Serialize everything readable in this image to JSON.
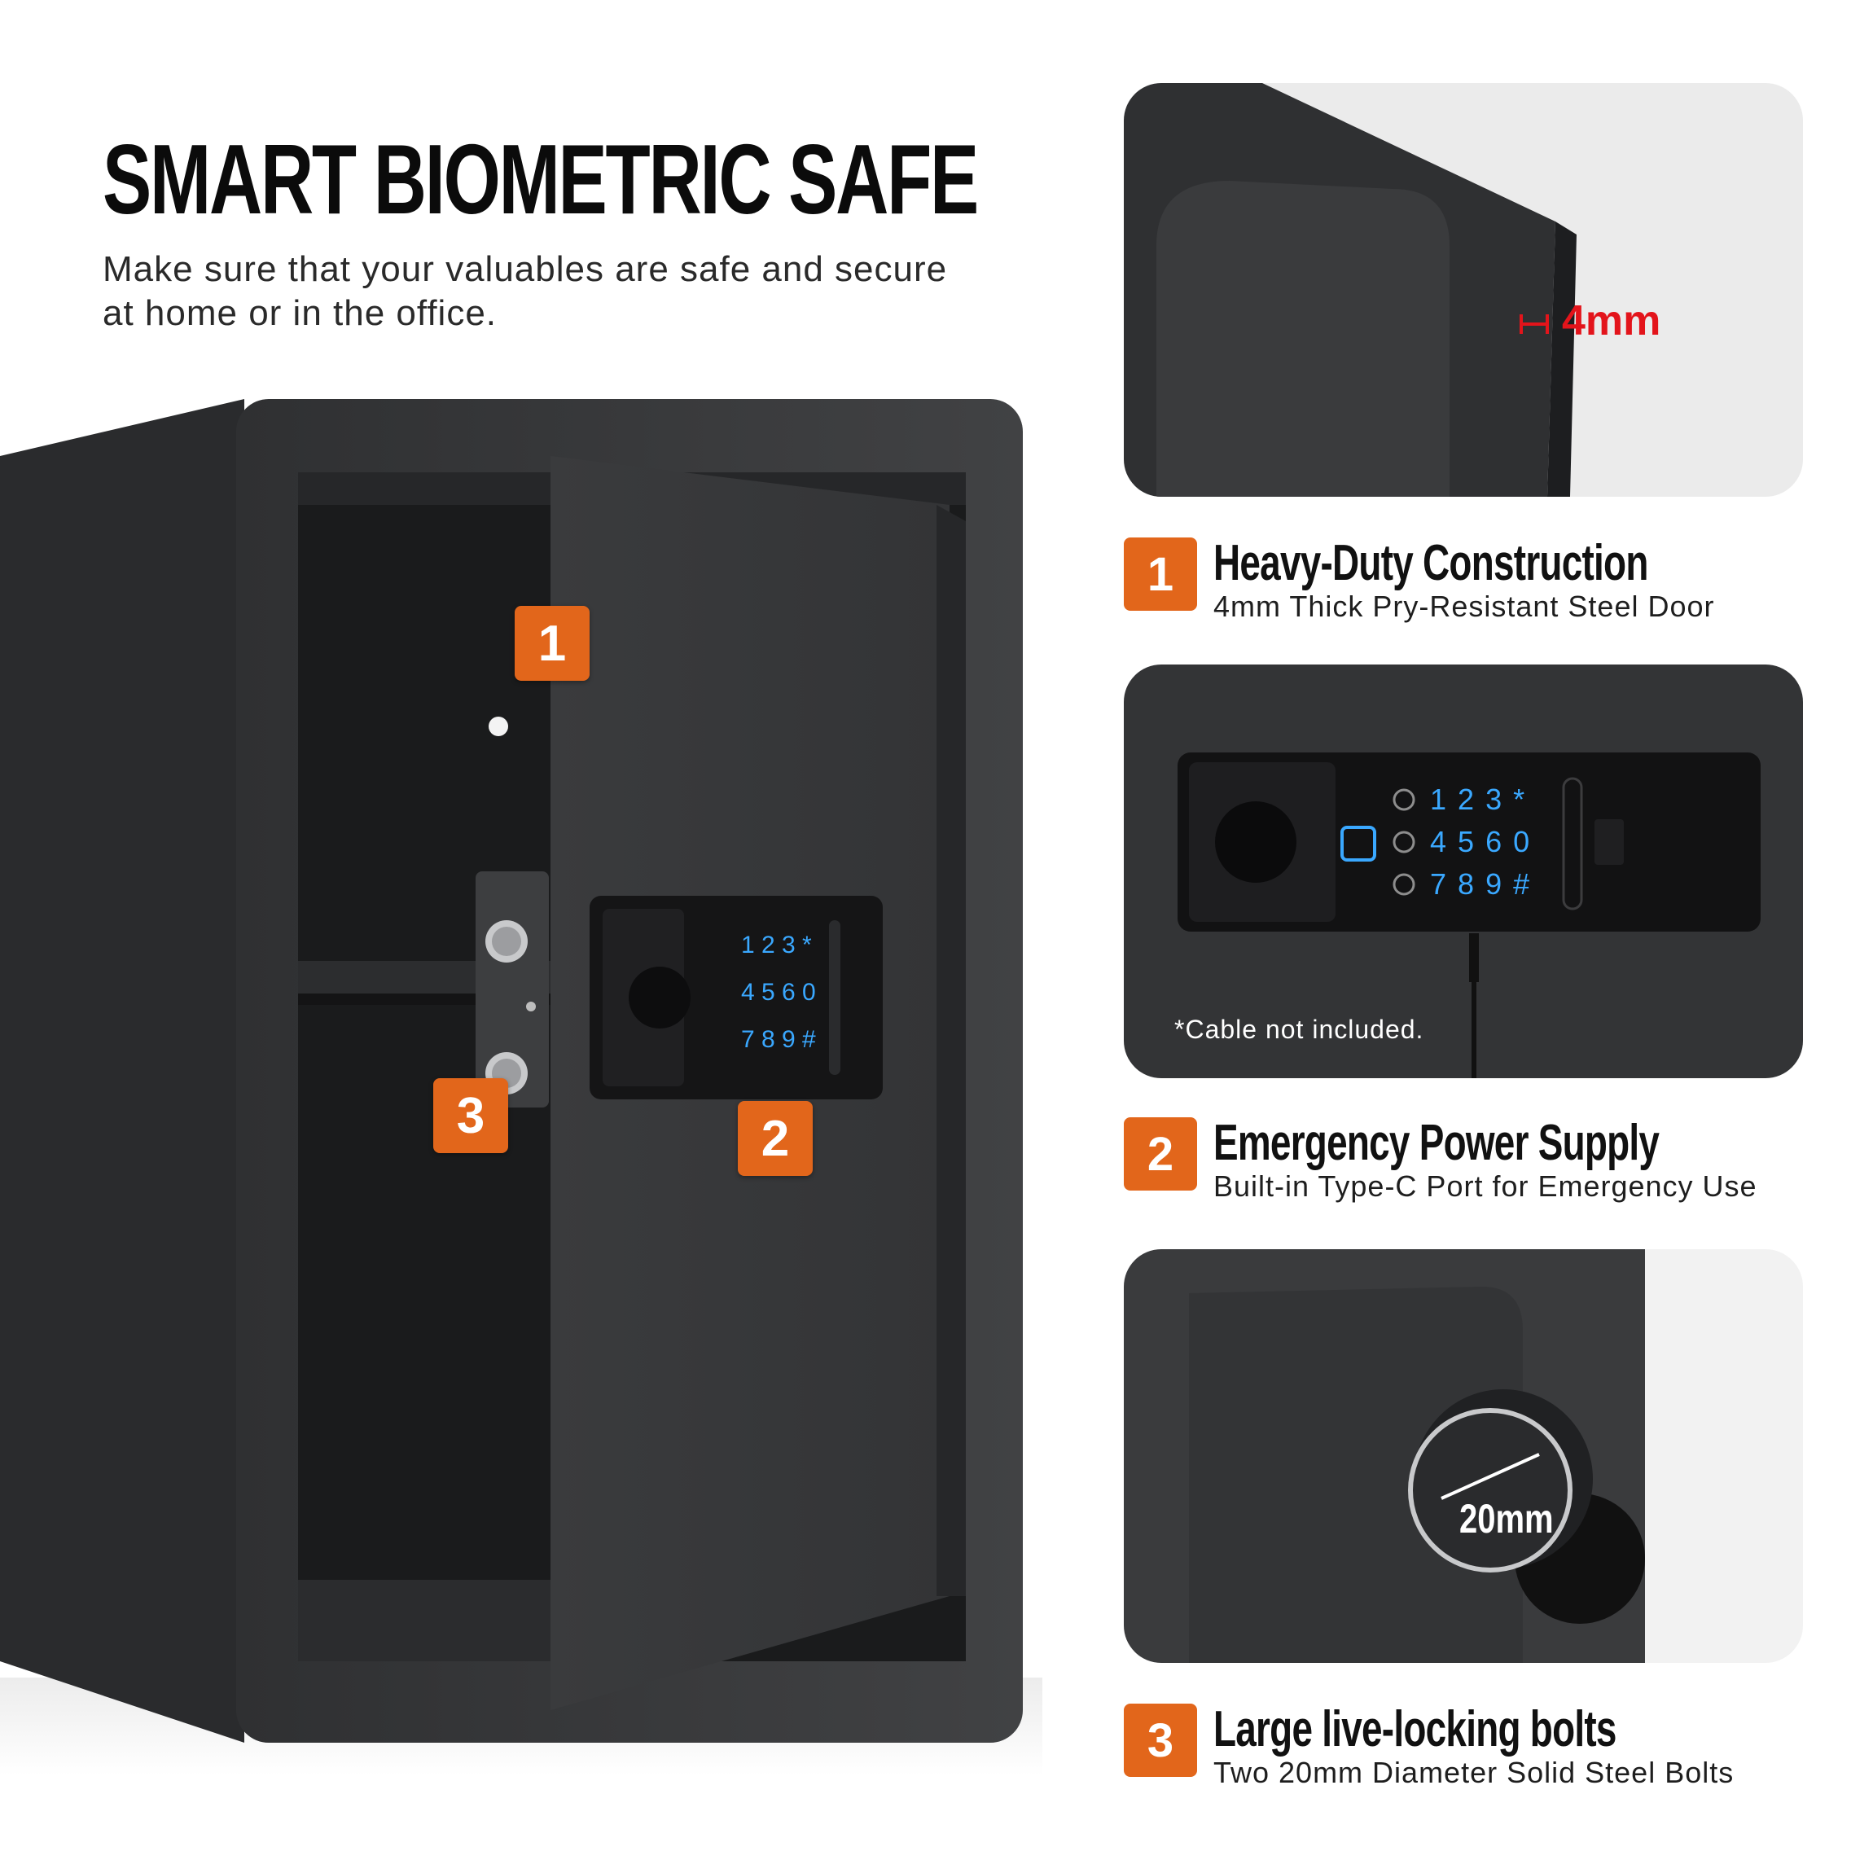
{
  "header": {
    "title": "SMART BIOMETRIC SAFE",
    "subtitle": "Make sure that your valuables are safe and secure at home or in the office."
  },
  "callouts": [
    "1",
    "2",
    "3"
  ],
  "keypad": {
    "row1": [
      "1",
      "2",
      "3",
      "*"
    ],
    "row2": [
      "4",
      "5",
      "6",
      "0"
    ],
    "row3": [
      "7",
      "8",
      "9",
      "#"
    ]
  },
  "photos": {
    "door_thickness_label": "4mm",
    "cable_note": "*Cable not included.",
    "bolt_diameter_label": "20mm"
  },
  "features": [
    {
      "number": "1",
      "title": "Heavy-Duty Construction",
      "description": "4mm Thick Pry-Resistant Steel Door"
    },
    {
      "number": "2",
      "title": "Emergency Power Supply",
      "description": "Built-in Type-C Port for Emergency Use"
    },
    {
      "number": "3",
      "title": "Large live-locking bolts",
      "description": "Two 20mm Diameter Solid Steel Bolts"
    }
  ],
  "colors": {
    "accent": "#e2661b",
    "safe_body": "#3a3b3d",
    "keypad_glow": "#3aa8ff",
    "dimension_red": "#e3141b"
  }
}
